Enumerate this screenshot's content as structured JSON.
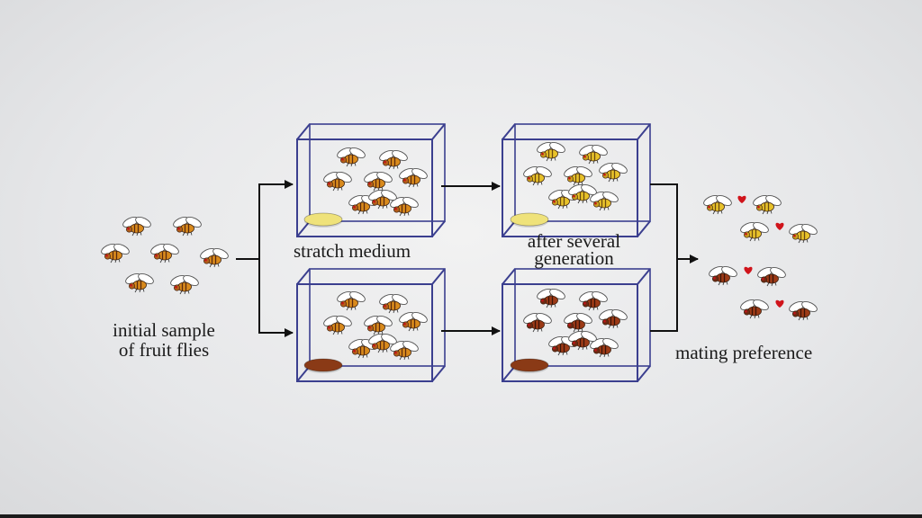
{
  "labels": {
    "initial_line1": "initial sample",
    "initial_line2": "of fruit flies",
    "starch": "stratch medium",
    "after_line1": "after several",
    "after_line2": "generation",
    "mating": "mating preference"
  },
  "colors": {
    "box_stroke": "#3b3f8f",
    "arrow": "#111111",
    "starch_dish": "#efe27a",
    "molasses_dish": "#8a3a16",
    "fly_mixed": "#d98a1c",
    "fly_yellow": "#e8c22a",
    "fly_dark": "#9c3a16",
    "heart": "#d0141b"
  },
  "groups": {
    "initial": {
      "fly_count": 7,
      "fly_type": "mixed"
    },
    "starch_start": {
      "fly_count": 8,
      "fly_type": "mixed",
      "dish": "starch"
    },
    "starch_end": {
      "fly_count": 8,
      "fly_type": "yellow",
      "dish": "starch"
    },
    "molasses_start": {
      "fly_count": 8,
      "fly_type": "mixed",
      "dish": "molasses"
    },
    "molasses_end": {
      "fly_count": 8,
      "fly_type": "dark",
      "dish": "molasses"
    },
    "mating_pairs": {
      "pair_count": 4,
      "pair_types": [
        "yellow",
        "yellow",
        "dark",
        "dark"
      ]
    }
  },
  "icons": [
    "fruit-fly-icon",
    "heart-icon",
    "food-dish-icon",
    "arrow-icon"
  ]
}
